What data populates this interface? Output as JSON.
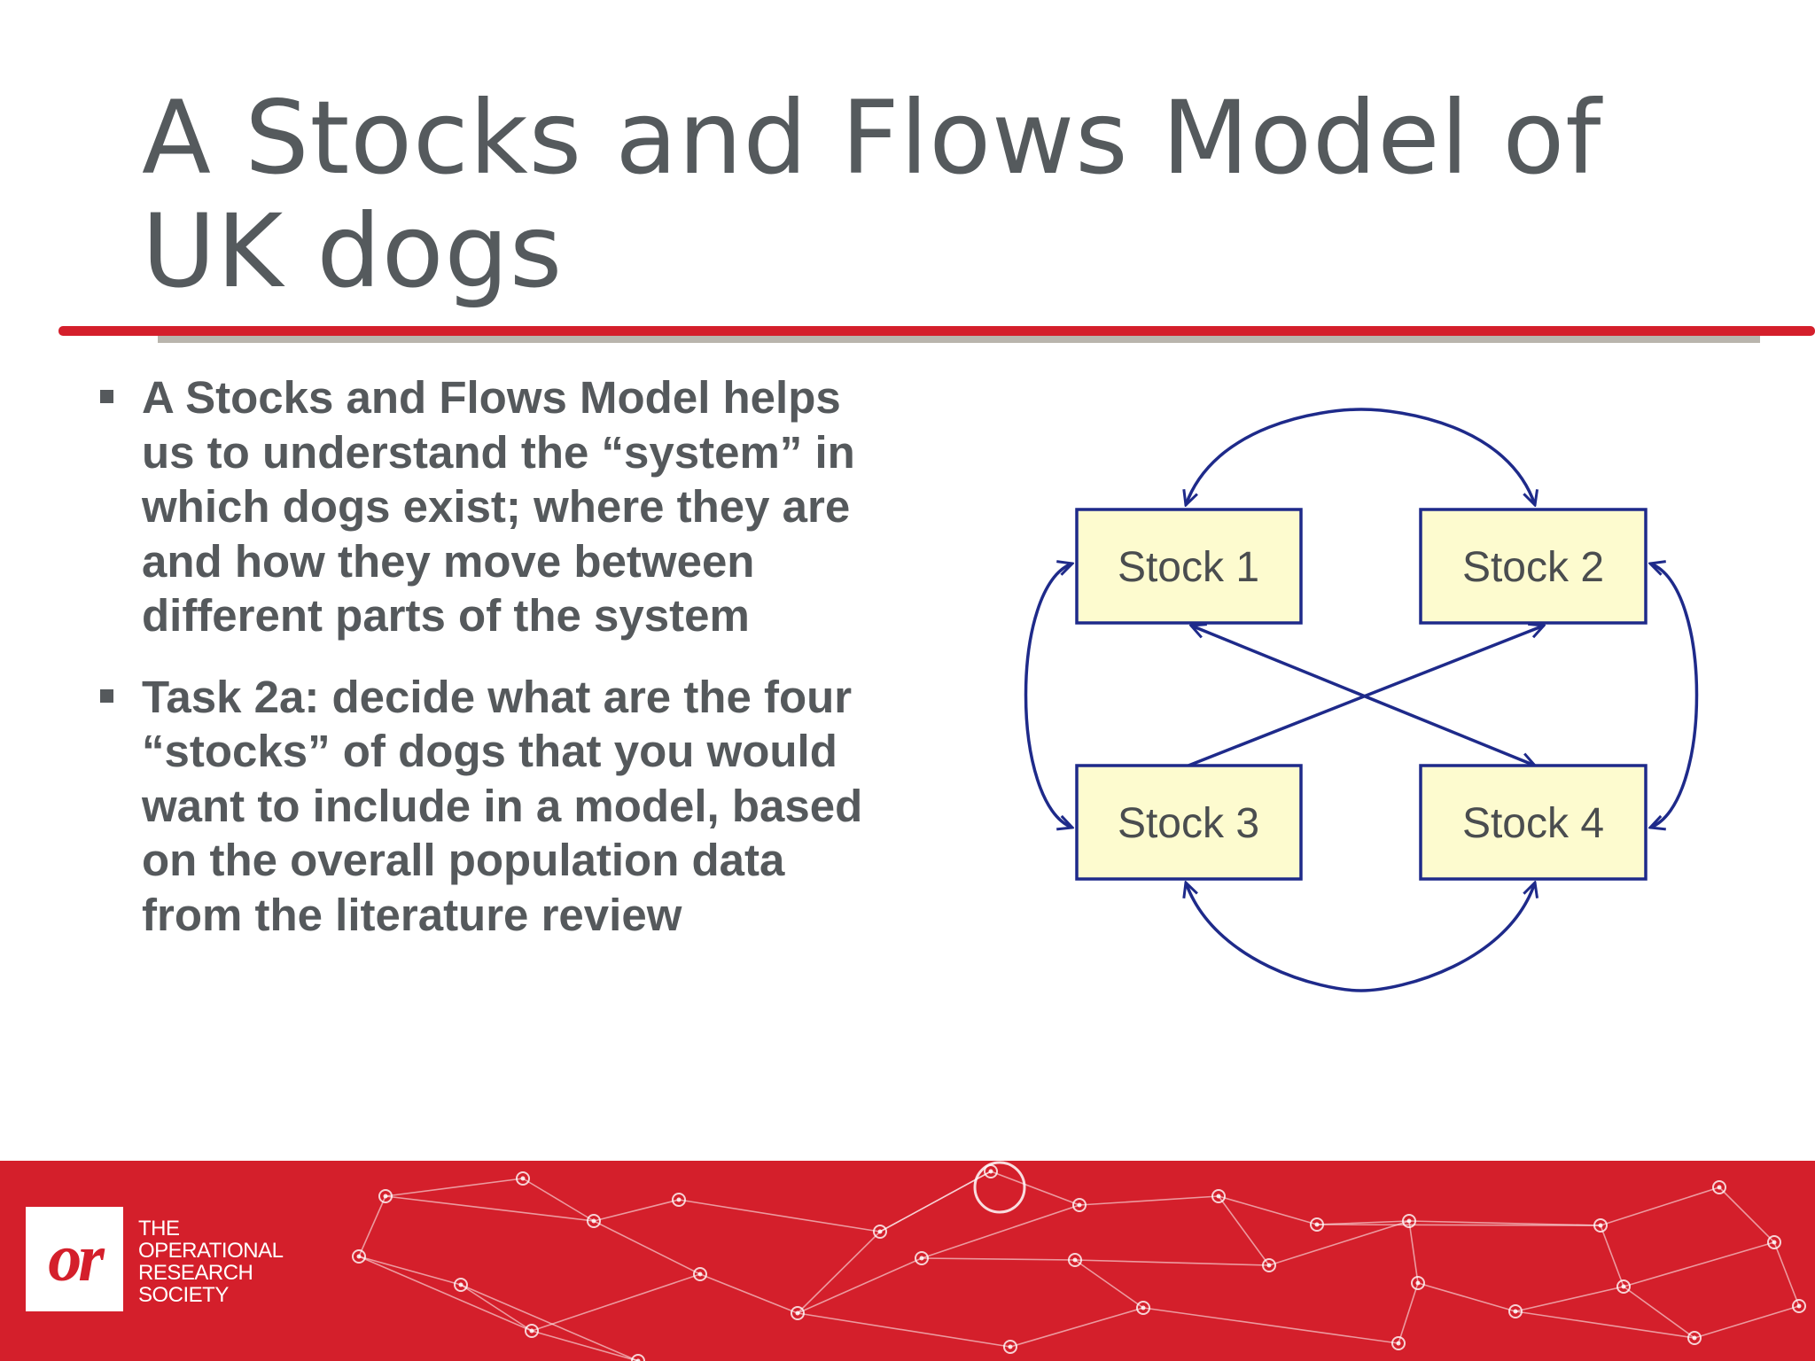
{
  "slide": {
    "title_line1": "A Stocks and Flows Model of",
    "title_line2": "UK dogs",
    "bullets": [
      {
        "lines": [
          "A Stocks and Flows Model helps",
          "us to understand the “system” in",
          "which dogs exist; where they are",
          "and how they move between",
          "different parts of the system"
        ]
      },
      {
        "lines": [
          "Task 2a: decide what are the four",
          "“stocks” of dogs that you would",
          "want to include in a model, based",
          "on the overall population data",
          "from the literature review"
        ]
      }
    ]
  },
  "diagram": {
    "stocks": [
      "Stock 1",
      "Stock 2",
      "Stock 3",
      "Stock 4"
    ],
    "flows": [
      {
        "from": "Stock 1",
        "to": "Stock 2",
        "direction": "both"
      },
      {
        "from": "Stock 3",
        "to": "Stock 4",
        "direction": "both"
      },
      {
        "from": "Stock 1",
        "to": "Stock 3",
        "direction": "both"
      },
      {
        "from": "Stock 2",
        "to": "Stock 4",
        "direction": "both"
      },
      {
        "from": "Stock 1",
        "to": "Stock 4",
        "direction": "both"
      },
      {
        "from": "Stock 3",
        "to": "Stock 2",
        "direction": "to"
      }
    ],
    "colors": {
      "box_fill": "#fdfbcf",
      "line": "#1e2a8a"
    }
  },
  "footer": {
    "logo_mark": "or",
    "org_name_lines": [
      "THE",
      "OPERATIONAL",
      "RESEARCH",
      "SOCIETY"
    ],
    "colors": {
      "brand_red": "#d41f2b",
      "rule_gray": "#b9b5ad"
    }
  }
}
